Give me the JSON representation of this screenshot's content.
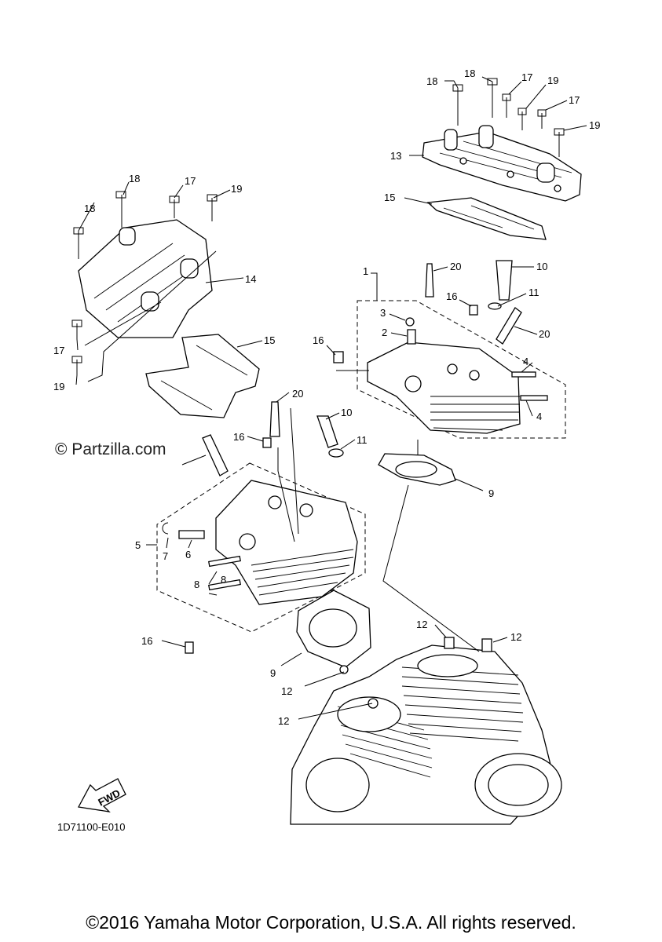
{
  "watermark": "© Partzilla.com",
  "diagram_code": "1D71100-E010",
  "copyright": "©2016 Yamaha Motor Corporation, U.S.A. All rights reserved.",
  "fwd_label": "FWD",
  "callouts": [
    "1",
    "2",
    "3",
    "4",
    "4",
    "5",
    "6",
    "7",
    "8",
    "8",
    "9",
    "9",
    "10",
    "10",
    "11",
    "11",
    "12",
    "12",
    "12",
    "12",
    "13",
    "14",
    "15",
    "15",
    "16",
    "16",
    "16",
    "16",
    "17",
    "17",
    "17",
    "17",
    "18",
    "18",
    "18",
    "18",
    "19",
    "19",
    "19",
    "19",
    "20",
    "20",
    "20"
  ]
}
